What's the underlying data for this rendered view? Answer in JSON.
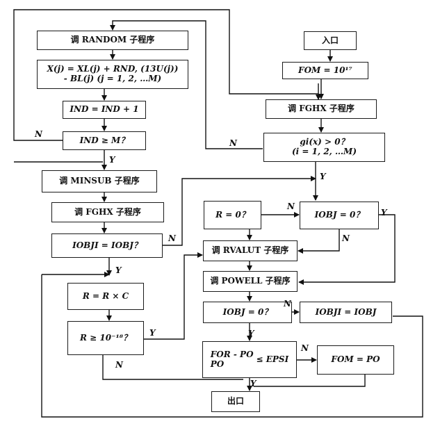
{
  "boxes": {
    "call_random": "调 RANDOM 子程序",
    "x_assign_line1": "X(j) = XL(j) + RND, (13U(j))",
    "x_assign_line2": "- BL(j)  (j = 1, 2, …M)",
    "ind_incr": "IND = IND + 1",
    "ind_check": "IND ≥ M？",
    "call_minsub": "调 MINSUB 子程序",
    "call_fghx_left": "调 FGHX 子程序",
    "iobji_check": "IOBJI = IOBJ？",
    "r_update": "R = R × C",
    "r_threshold": "R ≥ 10⁻¹⁸？",
    "entry": "入口",
    "fom_init": "FOM = 10¹⁷",
    "call_fghx_right": "调 FGHX 子程序",
    "gi_check_line1": "gi(x) > 0？",
    "gi_check_line2": "(i = 1, 2, …M)",
    "r_zero_check": "R = 0？",
    "iobj_zero_check_1": "IOBJ = 0？",
    "call_rvalut": "调 RVALUT 子程序",
    "call_powell": "调 POWELL 子程序",
    "iobj_zero_check_2": "IOBJ = 0？",
    "iobji_assign": "IOBJI = IOBJ",
    "converge_frac_top": "FOR - PO",
    "converge_frac_bottom": "PO",
    "converge_rel": "≤ EPSI",
    "fom_assign": "FOM = PO",
    "exit": "出口"
  },
  "labels": {
    "n_ind": "N",
    "y_ind": "Y",
    "n_iobji": "N",
    "y_iobji": "Y",
    "y_r": "Y",
    "n_r": "N",
    "n_gi": "N",
    "y_gi": "Y",
    "n_rzero": "N",
    "y_iobj1": "Y",
    "n_iobj1": "N",
    "n_iobj2": "N",
    "y_iobj2": "Y",
    "n_conv": "N",
    "y_conv": "Y"
  }
}
